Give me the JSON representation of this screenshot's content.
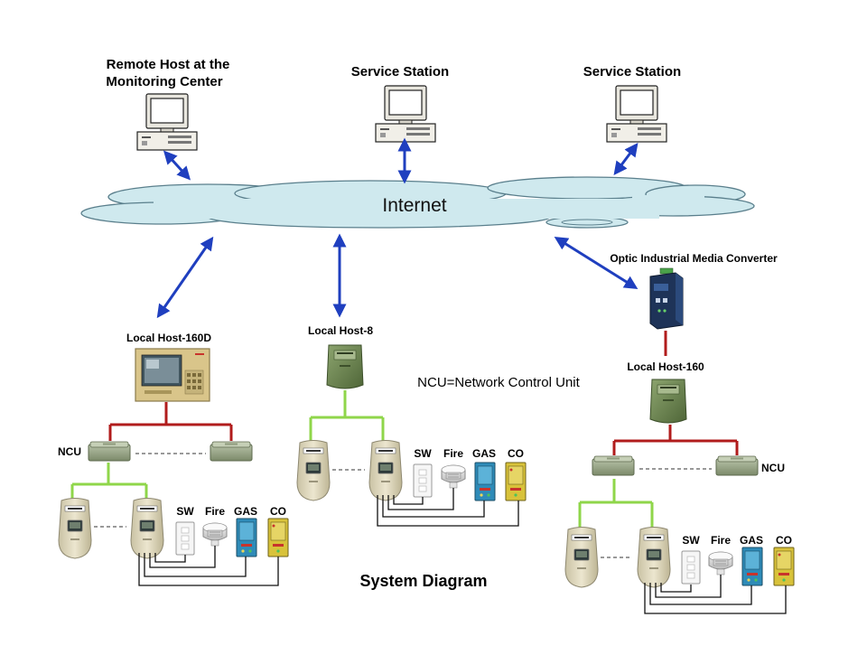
{
  "labels": {
    "remote_host_line1": "Remote Host at the",
    "remote_host_line2": "Monitoring Center",
    "service_station_1": "Service Station",
    "service_station_2": "Service Station",
    "internet": "Internet",
    "optic_converter": "Optic Industrial Media Converter",
    "local_host_160d": "Local Host-160D",
    "local_host_8": "Local Host-8",
    "local_host_160": "Local Host-160",
    "ncu_definition": "NCU=Network Control Unit",
    "ncu_left": "NCU",
    "ncu_right": "NCU",
    "title": "System Diagram"
  },
  "sensor_labels": {
    "switch": "SW",
    "fire": "Fire",
    "gas": "GAS",
    "co": "CO"
  },
  "colors": {
    "arrow": "#1f3fbf",
    "red_line": "#b11c1c",
    "green_line": "#8fd64a",
    "cloud_fill": "#cfe9ee",
    "cloud_stroke": "#5a7f8c",
    "device_green": "#6f8a55",
    "meter_body": "#e6e0c8",
    "gas_detector": "#2e8bb8",
    "co_detector": "#d8c23a",
    "panel_body": "#d9c58a"
  }
}
